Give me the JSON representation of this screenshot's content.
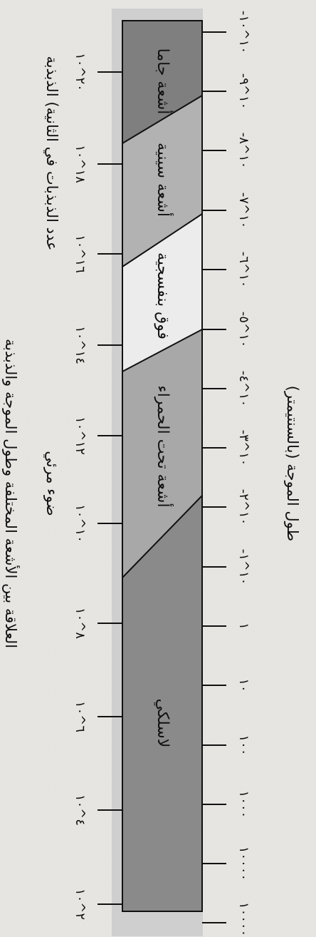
{
  "diagram": {
    "caption": "العلاقة بين الأشعة المختلفة وطول الموجة والذبذبة",
    "wavelength_axis_label": "طول الموجة (بالسنتيمتر)",
    "frequency_axis_label": "عدد الذبذبات في الثانية) الذبذبة",
    "visible_light_label": "ضوء مرئي",
    "bands": [
      {
        "label": "أشعة جاما",
        "color": "#7f7f7f"
      },
      {
        "label": "أشعة سينية",
        "color": "#b2b2b2"
      },
      {
        "label": "فوق بنفسجية",
        "color": "#ececec"
      },
      {
        "label": "أشعة تحت الحمراء",
        "color": "#a8a8a8"
      },
      {
        "label": "لاسلكي",
        "color": "#8a8a8a"
      }
    ],
    "wavelength_ticks": [
      "-١٠^١٠",
      "-١٠^٩",
      "-١٠^٨",
      "-١٠^٧",
      "-١٠^٦",
      "-١٠^٥",
      "-١٠^٤",
      "-١٠^٣",
      "-١٠^٢",
      "-١٠^١",
      "١",
      "١٠",
      "١٠٠",
      "١٠٠٠",
      "١٠٠٠٠",
      "١٠٠٠٠٠"
    ],
    "frequency_ticks": [
      "٢٠^١٠",
      "١٨^١٠",
      "١٦^١٠",
      "١٤^١٠",
      "١٢^١٠",
      "١٠^١٠",
      "٨^١٠",
      "٦^١٠",
      "٤^١٠",
      "٢^١٠"
    ]
  }
}
